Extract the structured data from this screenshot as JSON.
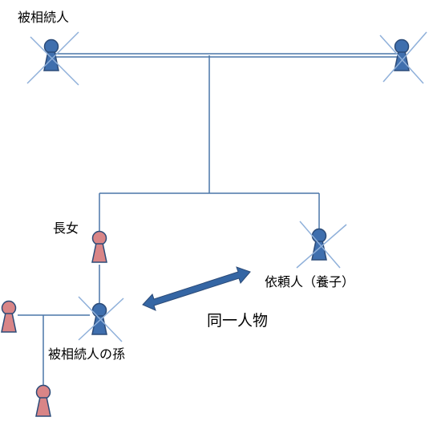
{
  "labels": {
    "deceased": "被相続人",
    "eldest_daughter": "長女",
    "client": "依頼人（養子）",
    "grandchild": "被相続人の孫",
    "same_person": "同一人物"
  },
  "colors": {
    "male": "#3f6fae",
    "female": "#d98587",
    "outline": "#2c4b78",
    "line": "#4a76a8",
    "cross": "#8fb0da",
    "arrow": "#3566a4"
  },
  "icons": {
    "person": "keyhole-person-icon",
    "deceased_mark": "x-cross-icon"
  }
}
